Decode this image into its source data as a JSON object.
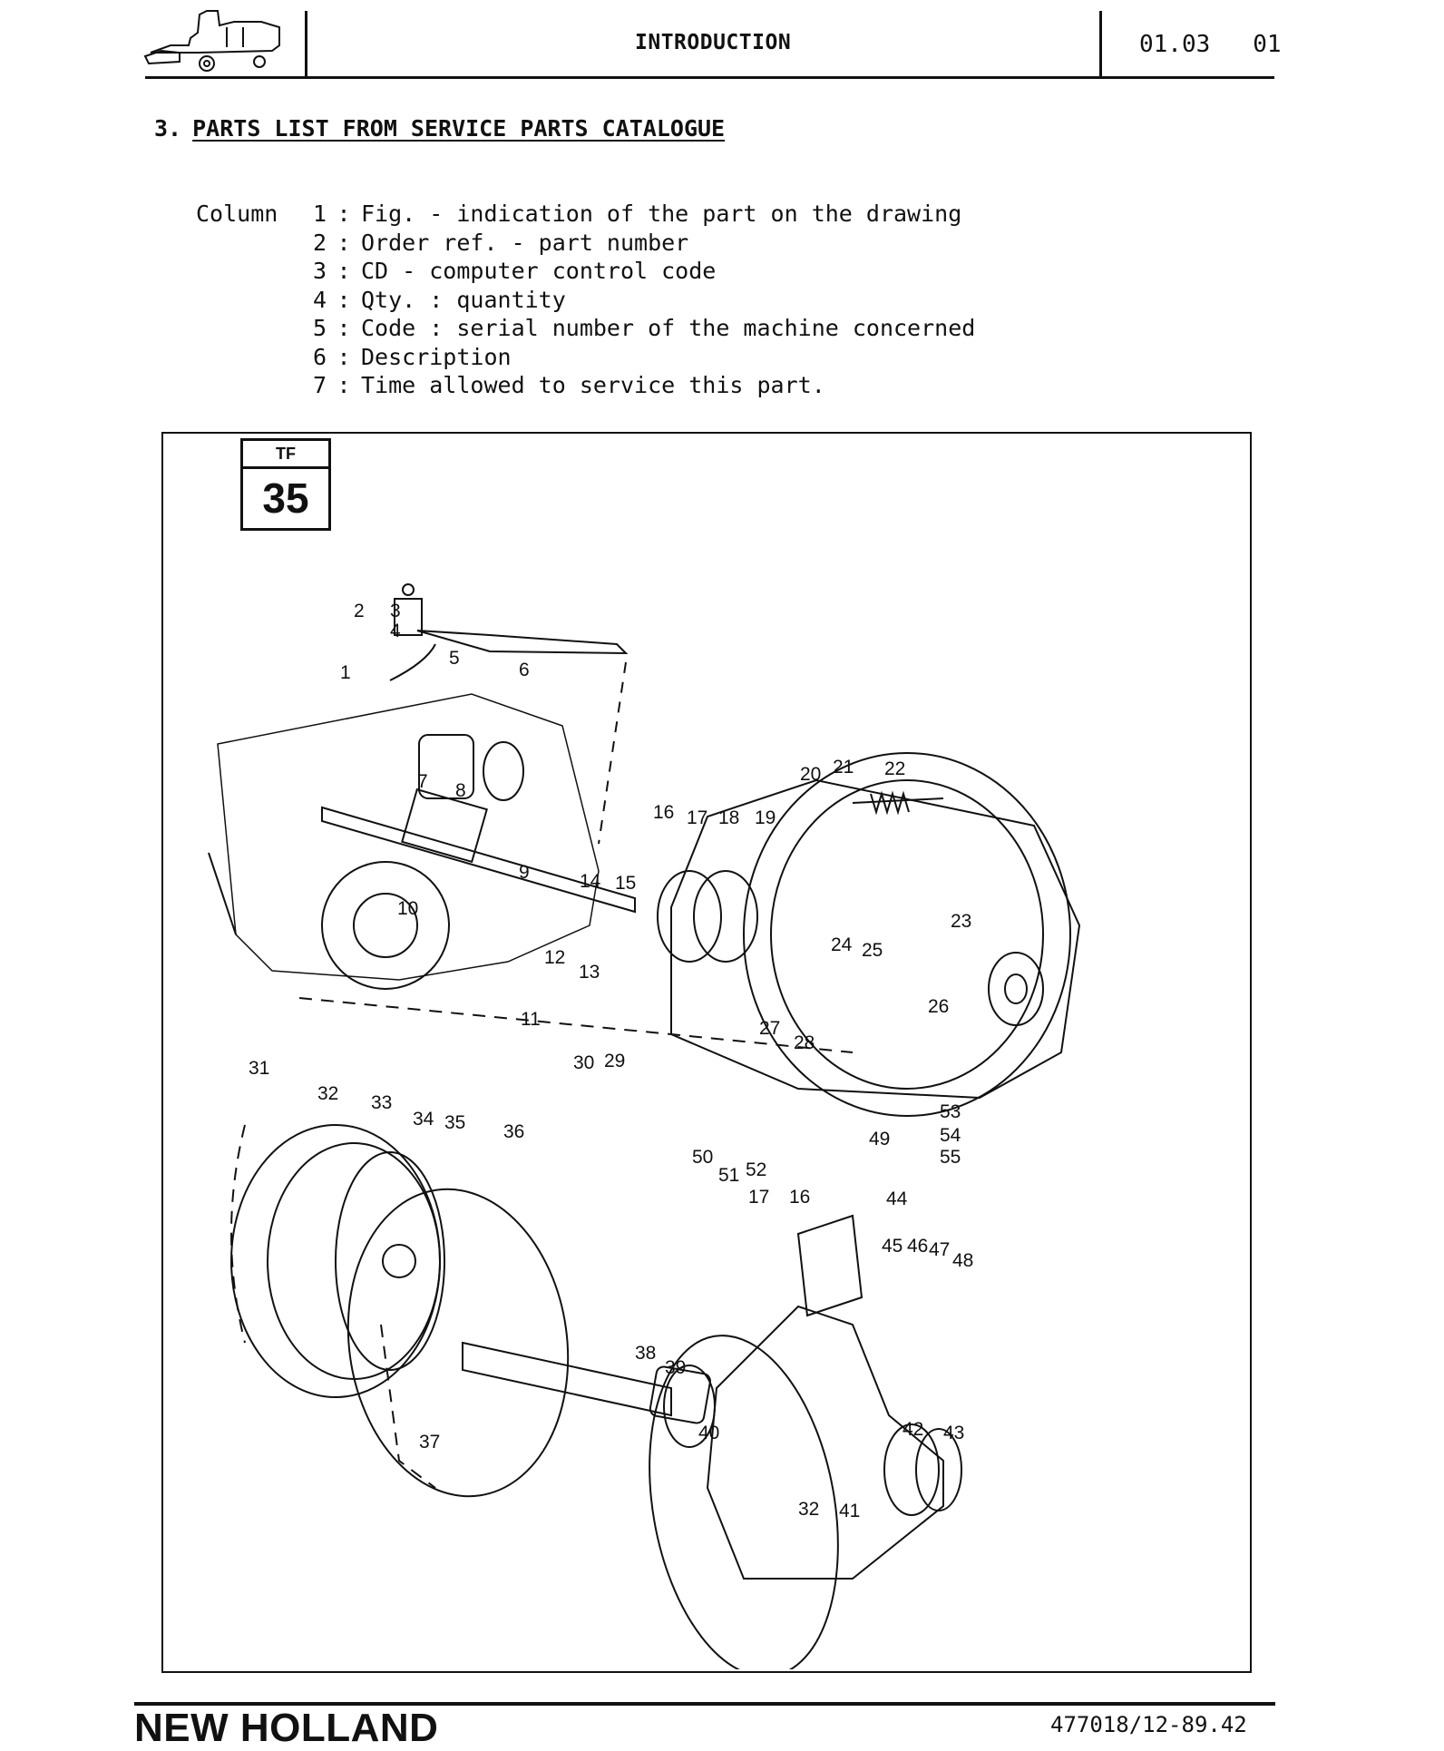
{
  "header": {
    "title": "INTRODUCTION",
    "page_ref": "01.03   01",
    "logo": "combine-harvester-icon"
  },
  "section": {
    "number": "3.",
    "title": "PARTS LIST FROM SERVICE PARTS CATALOGUE"
  },
  "columns": {
    "lead": "Column",
    "items": [
      {
        "n": "1",
        "text": "Fig. - indication of the part on the drawing"
      },
      {
        "n": "2",
        "text": "Order ref. - part number"
      },
      {
        "n": "3",
        "text": "CD - computer control code"
      },
      {
        "n": "4",
        "text": "Qty. : quantity"
      },
      {
        "n": "5",
        "text": "Code : serial number of the machine concerned"
      },
      {
        "n": "6",
        "text": "Description"
      },
      {
        "n": "7",
        "text": "Time allowed to service this part."
      }
    ]
  },
  "figure": {
    "tag_label": "TF",
    "tag_number": "35",
    "callouts": [
      "1",
      "2",
      "3",
      "4",
      "5",
      "6",
      "7",
      "8",
      "9",
      "10",
      "11",
      "12",
      "13",
      "14",
      "15",
      "16",
      "17",
      "18",
      "19",
      "20",
      "21",
      "22",
      "23",
      "24",
      "25",
      "26",
      "27",
      "28",
      "29",
      "30",
      "31",
      "32",
      "33",
      "34",
      "35",
      "36",
      "37",
      "38",
      "39",
      "40",
      "41",
      "42",
      "43",
      "44",
      "45",
      "46",
      "47",
      "48",
      "49",
      "50",
      "51",
      "52",
      "53",
      "54",
      "55",
      "16",
      "17",
      "32"
    ]
  },
  "footer": {
    "brand": "NEW HOLLAND",
    "doc_ref": "477018/12-89.42"
  }
}
